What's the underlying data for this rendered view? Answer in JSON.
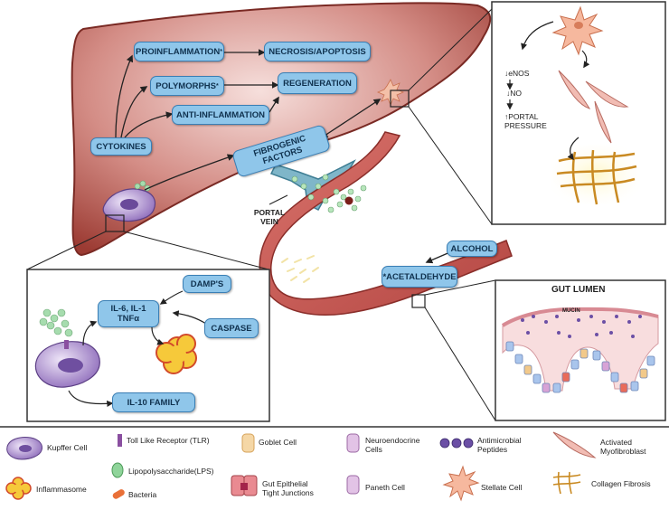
{
  "liver_labels": {
    "proinflammation": "PROINFLAMMATION",
    "necrosis": "NECROSIS/APOPTOSIS",
    "polymorphs": "POLYMORPHS",
    "regeneration": "REGENERATION",
    "anti_inflammation": "ANTI-INFLAMMATION",
    "cytokines": "CYTOKINES",
    "fibrogenic": "FIBROGENIC FACTORS",
    "asterisk": "*"
  },
  "portal_vein": "PORTAL\nVEIN",
  "alcohol": "ALCOHOL",
  "acetaldehyde": "*ACETALDEHYDE",
  "stellate_panel": {
    "enos": "↓eNOS",
    "no": "↓NO",
    "portal_pressure": "↑PORTAL\nPRESSURE"
  },
  "kupffer_panel": {
    "damps": "DAMP'S",
    "il6": "IL-6, IL-1\nTNFα",
    "caspase": "CASPASE",
    "il10": "IL-10 FAMILY"
  },
  "gut_panel": {
    "title": "GUT LUMEN",
    "mucin": "MUCIN"
  },
  "legend": [
    {
      "icon": "kupffer-cell-icon",
      "label": "Kupffer Cell"
    },
    {
      "icon": "tlr-icon",
      "label": "Toll Like Receptor (TLR)"
    },
    {
      "icon": "goblet-cell-icon",
      "label": "Goblet Cell"
    },
    {
      "icon": "neuroendocrine-cell-icon",
      "label": "Neuroendocrine\nCells"
    },
    {
      "icon": "antimicrobial-peptides-icon",
      "label": "Antimicrobial\nPeptides"
    },
    {
      "icon": "myofibroblast-icon",
      "label": "Activated\nMyofibroblast"
    },
    {
      "icon": "inflammasome-icon",
      "label": "Inflammasome"
    },
    {
      "icon": "lps-icon",
      "label": "Lipopolysaccharide(LPS)"
    },
    {
      "icon": "tight-junction-icon",
      "label": "Gut Epithelial\nTight Junctions"
    },
    {
      "icon": "paneth-cell-icon",
      "label": "Paneth Cell"
    },
    {
      "icon": "stellate-cell-icon",
      "label": "Stellate Cell"
    },
    {
      "icon": "collagen-fibrosis-icon",
      "label": "Collagen Fibrosis"
    },
    {
      "icon": "bacteria-icon",
      "label": "Bacteria"
    }
  ],
  "colors": {
    "liver": "#a23a32",
    "label_fill": "#8fc6ea",
    "label_border": "#3a7fb5",
    "gut": "#c0514f",
    "kupffer": "#9b7ec4",
    "lps": "#9fd6a8"
  }
}
